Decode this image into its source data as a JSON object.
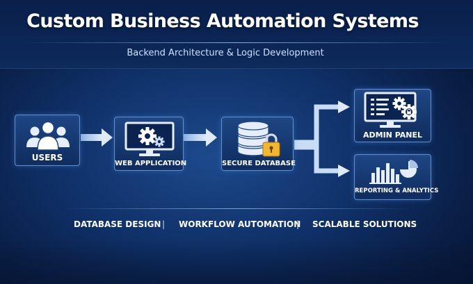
{
  "header": {
    "title": "Custom Business Automation Systems",
    "subtitle": "Backend Architecture & Logic Development"
  },
  "nodes": {
    "users": {
      "label": "USERS",
      "icon": "users-icon"
    },
    "web_application": {
      "label": "WEB APPLICATION",
      "icon": "monitor-gear-icon"
    },
    "secure_database": {
      "label": "SECURE DATABASE",
      "icon": "database-lock-icon"
    },
    "admin_panel": {
      "label": "ADMIN PANEL",
      "icon": "admin-monitor-icon"
    },
    "reporting_analytics": {
      "label": "REPORTING & ANALYTICS",
      "icon": "analytics-chart-icon"
    }
  },
  "links": [
    {
      "from": "USERS",
      "to": "WEB APPLICATION"
    },
    {
      "from": "WEB APPLICATION",
      "to": "SECURE DATABASE"
    },
    {
      "from": "SECURE DATABASE",
      "to": "ADMIN PANEL"
    },
    {
      "from": "SECURE DATABASE",
      "to": "REPORTING & ANALYTICS"
    }
  ],
  "features": [
    "DATABASE DESIGN",
    "WORKFLOW AUTOMATION",
    "SCALABLE SOLUTIONS"
  ],
  "separator": "|",
  "colors": {
    "background": "#0f2f66",
    "node_fill": "#1e4684",
    "node_border": "#5f8fcf",
    "arrow": "#c9dcf5",
    "lock": "#f2b632"
  }
}
